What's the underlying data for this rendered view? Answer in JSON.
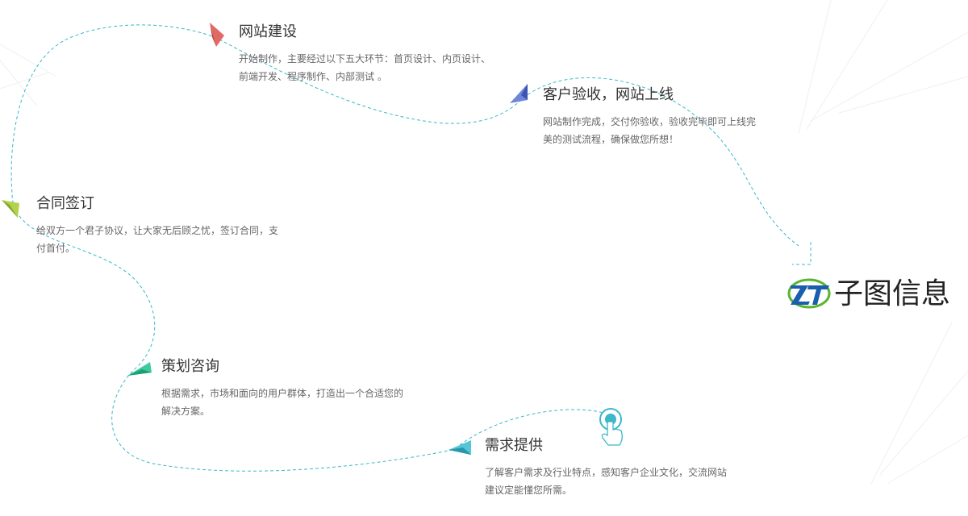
{
  "steps": {
    "web_build": {
      "title": "网站建设",
      "desc": "开始制作，主要经过以下五大环节：首页设计、内页设计、前端开发、程序制作、内部测试 。"
    },
    "acceptance": {
      "title": "客户验收，网站上线",
      "desc": "网站制作完成，交付你验收，验收完毕即可上线完美的测试流程，确保做您所想！"
    },
    "contract": {
      "title": "合同签订",
      "desc": "给双方一个君子协议，让大家无后顾之忧，签订合同，支付首付。"
    },
    "planning": {
      "title": "策划咨询",
      "desc": "根据需求，市场和面向的用户群体，打造出一个合适您的解决方案。"
    },
    "demand": {
      "title": "需求提供",
      "desc": "了解客户需求及行业特点，感知客户企业文化，交流网站建议定能懂您所需。"
    }
  },
  "logo": {
    "name": "子图信息",
    "mark_letters": "ZT"
  },
  "colors": {
    "path": "#3bb8c9",
    "web_build_plane": "#d9534f",
    "acceptance_plane": "#4a66c8",
    "contract_plane": "#9cc13a",
    "planning_plane": "#2bb88a",
    "demand_plane": "#37b2c4",
    "logo_blue": "#1a5fae",
    "logo_green": "#59b52f"
  },
  "icons": [
    "paper-plane-icon",
    "touch-hand-icon"
  ]
}
